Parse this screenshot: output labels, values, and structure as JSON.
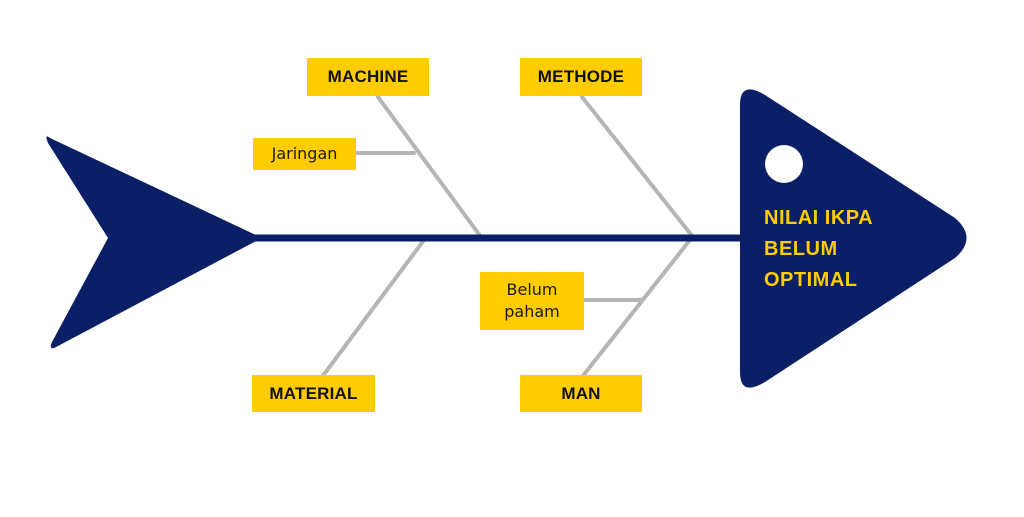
{
  "problem": {
    "lines": [
      "NILAI IKPA",
      "BELUM",
      "OPTIMAL"
    ]
  },
  "categories": {
    "machine": "MACHINE",
    "methode": "METHODE",
    "material": "MATERIAL",
    "man": "MAN"
  },
  "causes": {
    "jaringan": "Jaringan",
    "belum_paham": [
      "Belum",
      "paham"
    ]
  },
  "colors": {
    "navy": "#0a1f66",
    "yellow": "#ffcc00",
    "bone": "#b5b5b5",
    "eye": "#ffffff"
  }
}
